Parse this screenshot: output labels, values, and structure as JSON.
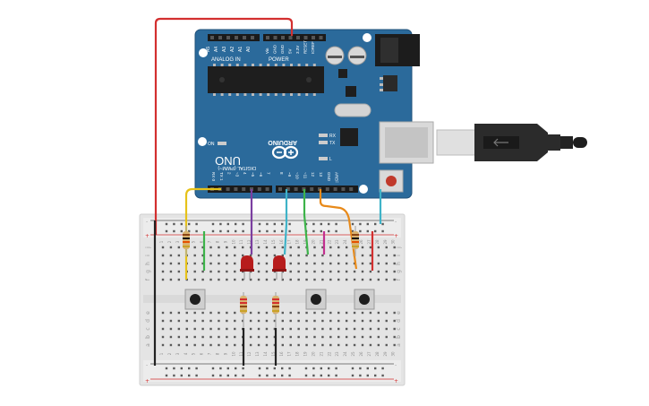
{
  "board": {
    "brand": "ARDUINO",
    "model": "UNO",
    "on_label": "ON",
    "tx_label": "TX",
    "rx_label": "RX",
    "l_label": "L",
    "analog_header": "ANALOG IN",
    "power_header": "POWER",
    "digital_header": "DIGITAL (PWM~)",
    "analog_pins": [
      "A5",
      "A4",
      "A3",
      "A2",
      "A1",
      "A0"
    ],
    "power_pins": [
      "Vin",
      "GND",
      "GND",
      "5V",
      "3.3V",
      "RESET",
      "IOREF"
    ],
    "digital_pins": [
      "RX 0",
      "TX 1",
      "2",
      "~3",
      "4",
      "~5",
      "~6",
      "7",
      "8",
      "~9",
      "~10",
      "~11",
      "12",
      "13",
      "GND",
      "AREF"
    ]
  },
  "breadboard": {
    "row_letters_top": [
      "j",
      "i",
      "h",
      "g",
      "f"
    ],
    "row_letters_bottom": [
      "e",
      "d",
      "c",
      "b",
      "a"
    ],
    "plus": "+",
    "minus": "-",
    "columns": [
      "1",
      "2",
      "3",
      "4",
      "5",
      "6",
      "7",
      "8",
      "9",
      "10",
      "11",
      "12",
      "13",
      "14",
      "15",
      "16",
      "17",
      "18",
      "19",
      "20",
      "21",
      "22",
      "23",
      "24",
      "25",
      "26",
      "27",
      "28",
      "29",
      "30"
    ]
  },
  "colors": {
    "board": "#2b6a9b",
    "wire_red": "#d32f2f",
    "wire_yellow": "#e6c21a",
    "wire_purple": "#7b3fa0",
    "wire_cyan": "#3fb3c8",
    "wire_green": "#3db34a",
    "wire_orange": "#e88a1a",
    "wire_magenta": "#c2308f",
    "wire_black": "#222222",
    "led": "#b71c1c"
  }
}
